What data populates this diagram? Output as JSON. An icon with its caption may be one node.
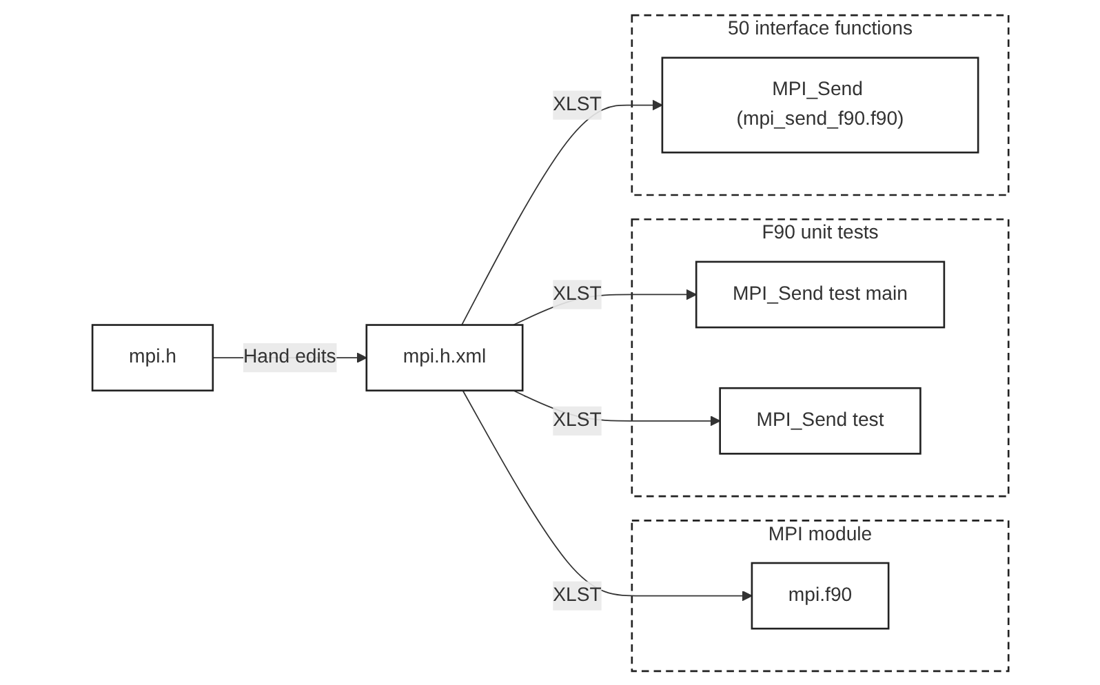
{
  "diagram": {
    "nodes": [
      {
        "text": [
          "mpi.h"
        ]
      },
      {
        "text": [
          "mpi.h.xml"
        ]
      },
      {
        "text": [
          "MPI module"
        ]
      },
      {
        "text": [
          "mpi.f90"
        ],
        "in": 2
      },
      {
        "text": [
          "F90 unit tests"
        ]
      },
      {
        "text": [
          "MPI_Send test main"
        ],
        "in": 4
      },
      {
        "text": [
          "MPI_Send test"
        ],
        "in": 4
      },
      {
        "text": [
          "50 interface functions"
        ]
      },
      {
        "text": [
          "MPI_Send (mpi_send_f90.f90)"
        ],
        "in": 7
      }
    ],
    "edges": [
      {
        "from": 0,
        "to": 1,
        "arrow": "to",
        "label": "Hand edits"
      },
      {
        "from": 1,
        "to": 3,
        "arrow": "to",
        "label": "XLST"
      },
      {
        "from": 1,
        "to": 5,
        "arrow": "to",
        "label": "XLST"
      },
      {
        "from": 1,
        "to": 6,
        "arrow": "to",
        "label": "XLST"
      },
      {
        "from": 1,
        "to": 8,
        "arrow": "to",
        "label": "XLST"
      }
    ]
  }
}
